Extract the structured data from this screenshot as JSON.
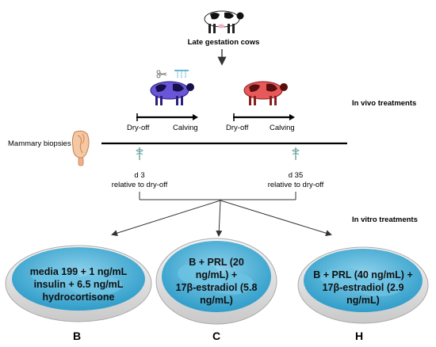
{
  "top": {
    "title": "Late gestation cows"
  },
  "in_vivo": {
    "label": "In vivo treatments"
  },
  "timeline_left": {
    "start": "Dry-off",
    "end": "Calving"
  },
  "timeline_right": {
    "start": "Dry-off",
    "end": "Calving"
  },
  "biopsy": {
    "label": "Mammary biopsies"
  },
  "sampling": [
    {
      "day": "d 3",
      "note": "relative to dry-off"
    },
    {
      "day": "d 35",
      "note": "relative to dry-off"
    }
  ],
  "in_vitro": {
    "label": "In vitro treatments"
  },
  "dishes": [
    {
      "line1": "media 199 + 1 ng/mL",
      "line2": "insulin + 6.5 ng/mL",
      "line3": "hydrocortisone",
      "letter": "B"
    },
    {
      "line1": "B + PRL (20",
      "line2": "ng/mL) +",
      "line3": "17β-estradiol (5.8",
      "line4": "ng/mL)",
      "letter": "C"
    },
    {
      "line1": "B + PRL (40 ng/mL) +",
      "line2": "17β-estradiol (2.9",
      "line3": "ng/mL)",
      "letter": "H"
    }
  ],
  "colors": {
    "cow_blue": "#6a55d8",
    "cow_red": "#e85a5a",
    "dish": "#4fb6dd",
    "dish_light": "#9fd8ee"
  }
}
